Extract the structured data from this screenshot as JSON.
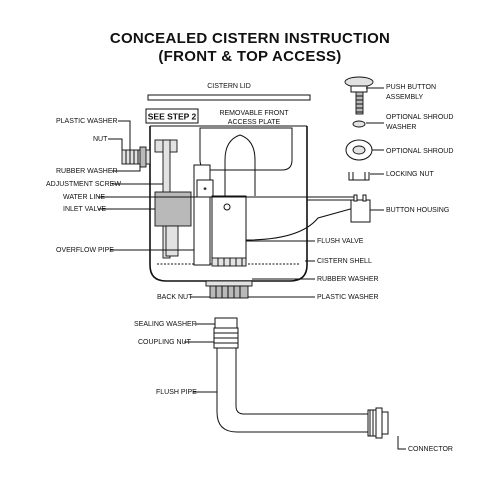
{
  "title": {
    "line1": "CONCEALED CISTERN INSTRUCTION",
    "line2": "(FRONT & TOP ACCESS)"
  },
  "labels": {
    "cistern_lid": "CISTERN LID",
    "plastic_washer_top": "PLASTIC WASHER",
    "nut": "NUT",
    "rubber_washer_left": "RUBBER WASHER",
    "adjustment_screw": "ADJUSTMENT SCREW",
    "water_line": "WATER LINE",
    "inlet_valve": "INLET VALVE",
    "overflow_pipe": "OVERFLOW PIPE",
    "see_step": "SEE STEP 2",
    "asterisk": "*",
    "removable_plate_line1": "REMOVABLE FRONT",
    "removable_plate_line2": "ACCESS PLATE",
    "flush_valve": "FLUSH VALVE",
    "cistern_shell": "CISTERN SHELL",
    "rubber_washer_right": "RUBBER WASHER",
    "plastic_washer_right": "PLASTIC WASHER",
    "back_nut": "BACK NUT",
    "push_button_line1": "PUSH BUTTON",
    "push_button_line2": "ASSEMBLY",
    "optional_shroud_washer_line1": "OPTIONAL SHROUD",
    "optional_shroud_washer_line2": "WASHER",
    "optional_shroud": "OPTIONAL SHROUD",
    "locking_nut": "LOCKING NUT",
    "button_housing": "BUTTON HOUSING",
    "sealing_washer": "SEALING WASHER",
    "coupling_nut": "COUPLING NUT",
    "flush_pipe": "FLUSH PIPE",
    "connector": "CONNECTOR"
  }
}
